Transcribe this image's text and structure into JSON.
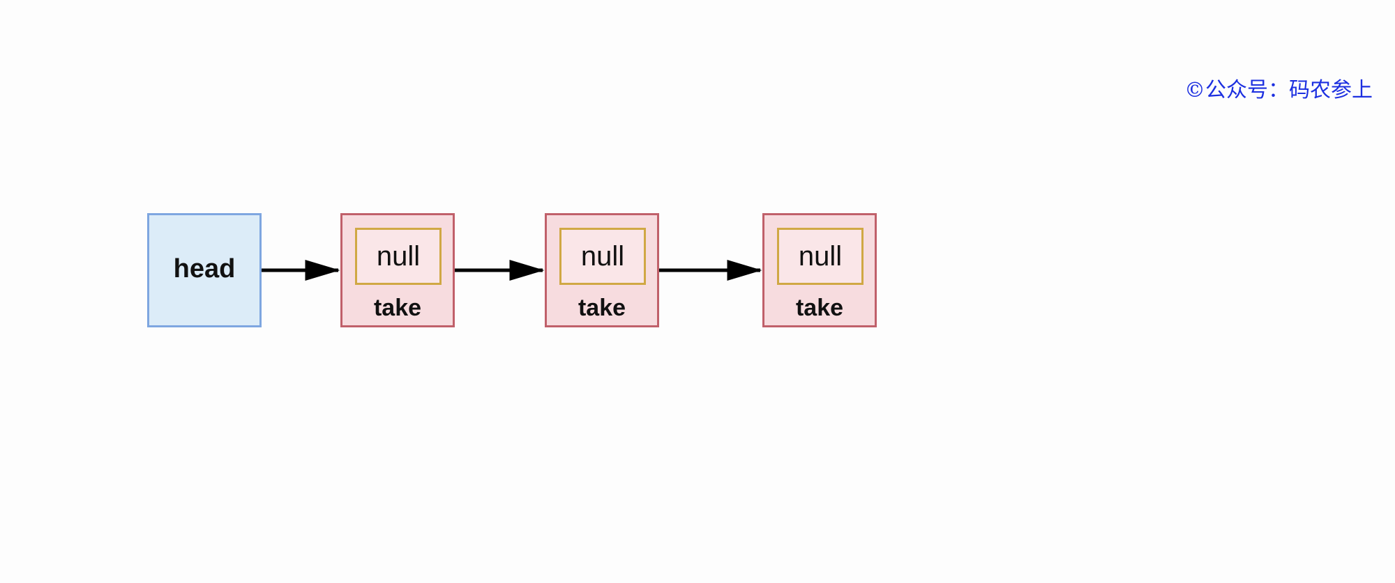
{
  "watermark": "©公众号：码农参上",
  "head": {
    "label": "head"
  },
  "nodes": [
    {
      "item": "null",
      "mode": "take"
    },
    {
      "item": "null",
      "mode": "take"
    },
    {
      "item": "null",
      "mode": "take"
    }
  ],
  "colors": {
    "head_border": "#7ea6e0",
    "head_fill": "#dcecf8",
    "node_border": "#c0606a",
    "node_fill": "#f7dcdf",
    "item_border": "#d0a844",
    "watermark": "#1c2fe0"
  }
}
